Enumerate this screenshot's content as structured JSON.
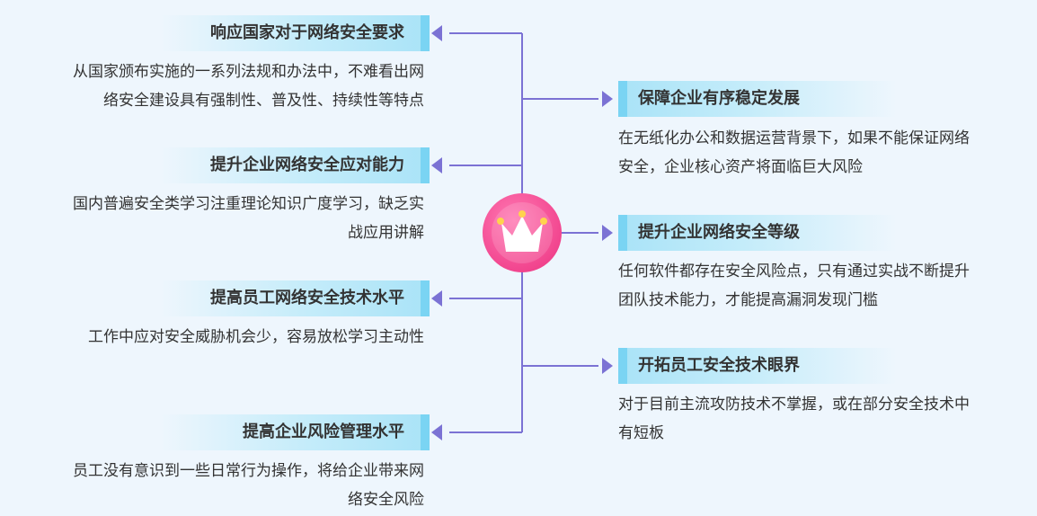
{
  "center": {
    "icon": "crown-icon",
    "color": "#f2468f"
  },
  "colors": {
    "connector": "#7b72d4",
    "topic_fill": "#c4ecfa",
    "topic_accent": "#7ad4f3"
  },
  "left_topics": [
    {
      "title": "响应国家对于网络安全要求",
      "desc_lines": [
        "从国家颁布实施的一系列法规和办法中，不难看出网",
        "络安全建设具有强制性、普及性、持续性等特点"
      ]
    },
    {
      "title": "提升企业网络安全应对能力",
      "desc_lines": [
        "国内普遍安全类学习注重理论知识广度学习，缺乏实",
        "战应用讲解"
      ]
    },
    {
      "title": "提高员工网络安全技术水平",
      "desc_lines": [
        "工作中应对安全威胁机会少，容易放松学习主动性"
      ]
    },
    {
      "title": "提高企业风险管理水平",
      "desc_lines": [
        "员工没有意识到一些日常行为操作，将给企业带来网",
        "络安全风险"
      ]
    }
  ],
  "right_topics": [
    {
      "title": "保障企业有序稳定发展",
      "desc_lines": [
        "在无纸化办公和数据运营背景下，如果不能保证网络",
        "安全，企业核心资产将面临巨大风险"
      ]
    },
    {
      "title": "提升企业网络安全等级",
      "desc_lines": [
        "任何软件都存在安全风险点，只有通过实战不断提升",
        "团队技术能力，才能提高漏洞发现门槛"
      ]
    },
    {
      "title": "开拓员工安全技术眼界",
      "desc_lines": [
        "对于目前主流攻防技术不掌握，或在部分安全技术中",
        "有短板"
      ]
    }
  ]
}
